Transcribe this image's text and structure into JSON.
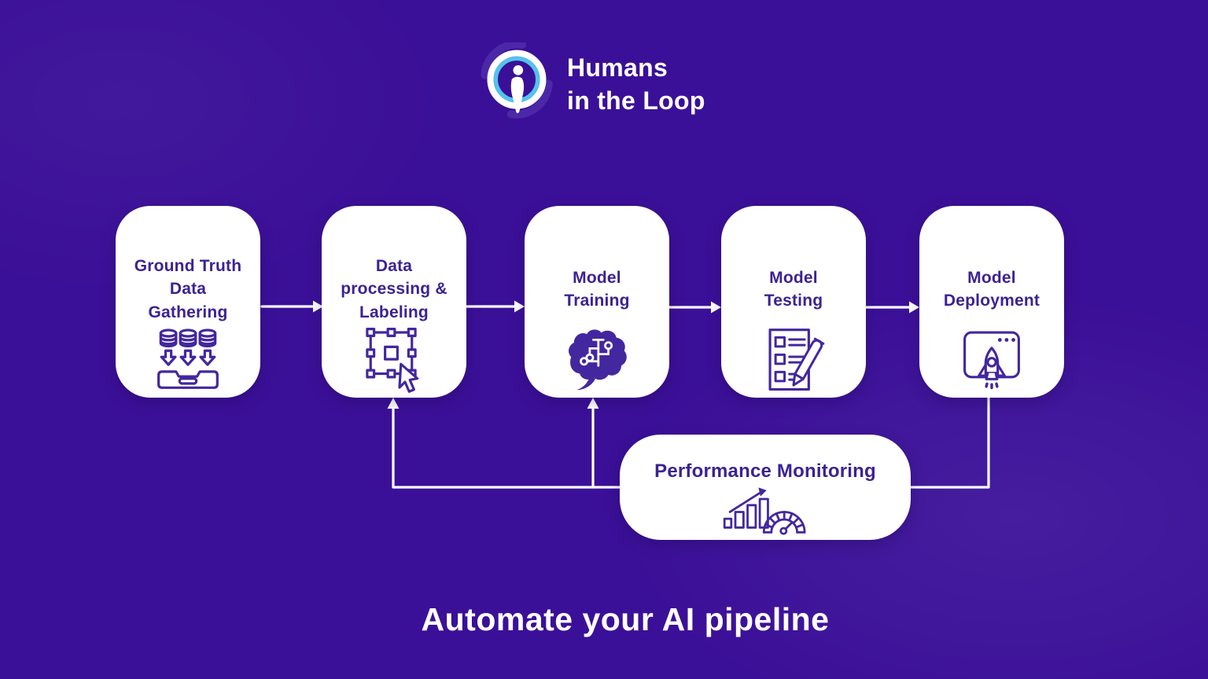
{
  "colors": {
    "background": "#3B1098",
    "card": "#FFFFFF",
    "ink": "#3C2292",
    "logo_blue": "#52C3EC",
    "logo_swirl": "#4B28A8",
    "connector": "#FFFFFF"
  },
  "logo": {
    "brand_line1": "Humans",
    "brand_line2": "in the Loop"
  },
  "pipeline": {
    "steps": [
      {
        "lines": [
          "Ground Truth",
          "Data",
          "Gathering"
        ],
        "icon": "databases-download-icon"
      },
      {
        "lines": [
          "Data",
          "processing &",
          "Labeling"
        ],
        "icon": "selection-cursor-icon"
      },
      {
        "lines": [
          "Model",
          "Training"
        ],
        "icon": "ai-brain-icon"
      },
      {
        "lines": [
          "Model",
          "Testing"
        ],
        "icon": "checklist-pen-icon"
      },
      {
        "lines": [
          "Model",
          "Deployment"
        ],
        "icon": "browser-rocket-icon"
      }
    ]
  },
  "monitoring": {
    "label": "Performance Monitoring",
    "icon": "gauge-growth-icon",
    "feeds_back_to": [
      "Data processing & Labeling",
      "Model Training"
    ],
    "receives_from": "Model Deployment"
  },
  "headline": "Automate your AI pipeline"
}
